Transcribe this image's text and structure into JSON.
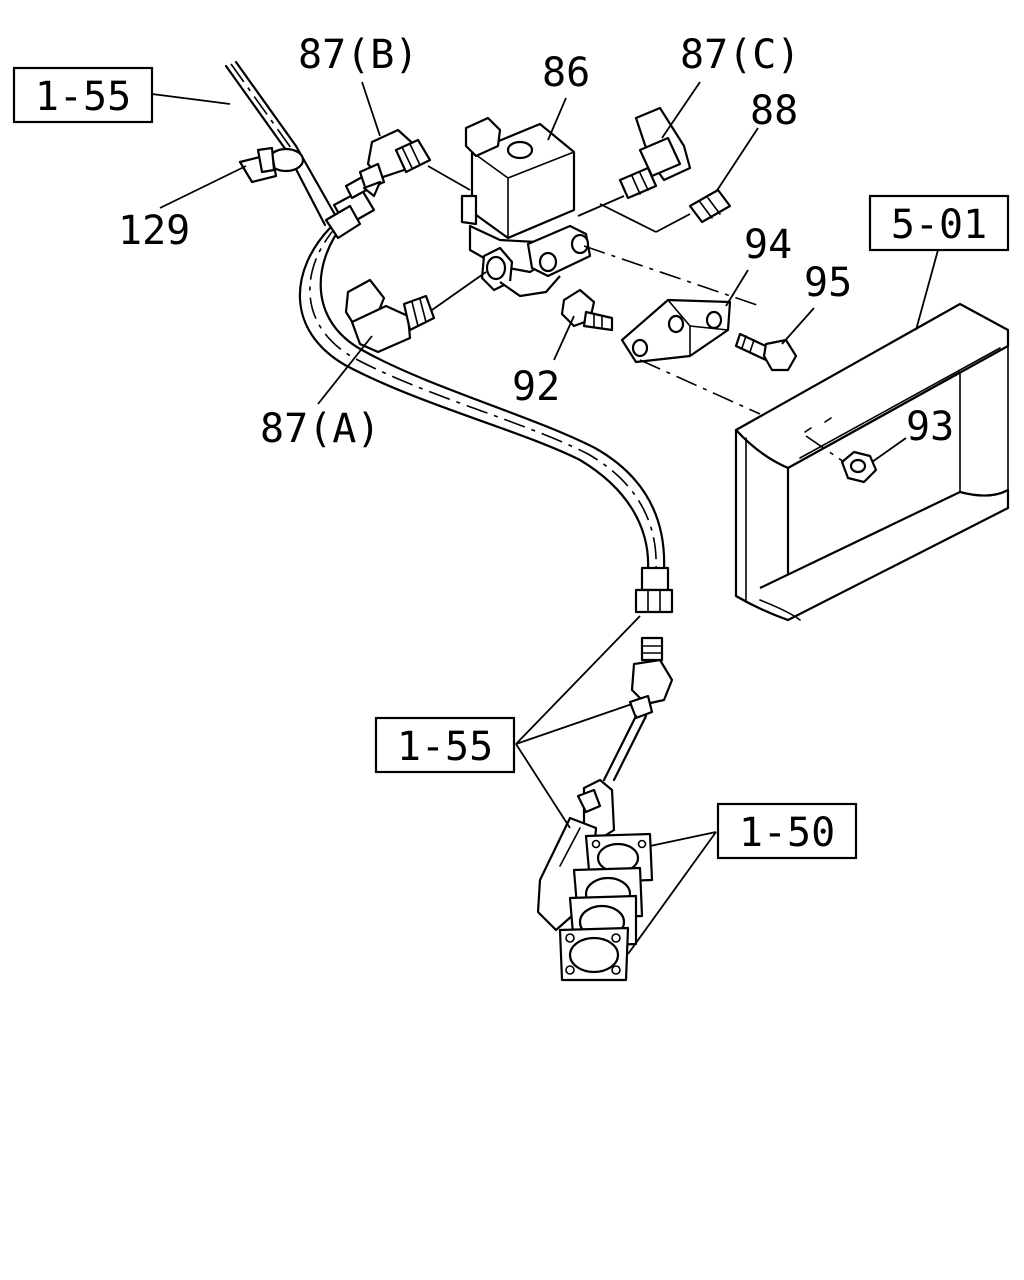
{
  "callouts": {
    "part_87b": "87(B)",
    "part_86": "86",
    "part_87c": "87(C)",
    "part_88": "88",
    "part_129": "129",
    "part_87a": "87(A)",
    "part_94": "94",
    "part_95": "95",
    "part_92": "92",
    "part_93": "93"
  },
  "references": {
    "ref_top_left": "1-55",
    "ref_frame": "5-01",
    "ref_middle": "1-55",
    "ref_bottom": "1-50"
  }
}
